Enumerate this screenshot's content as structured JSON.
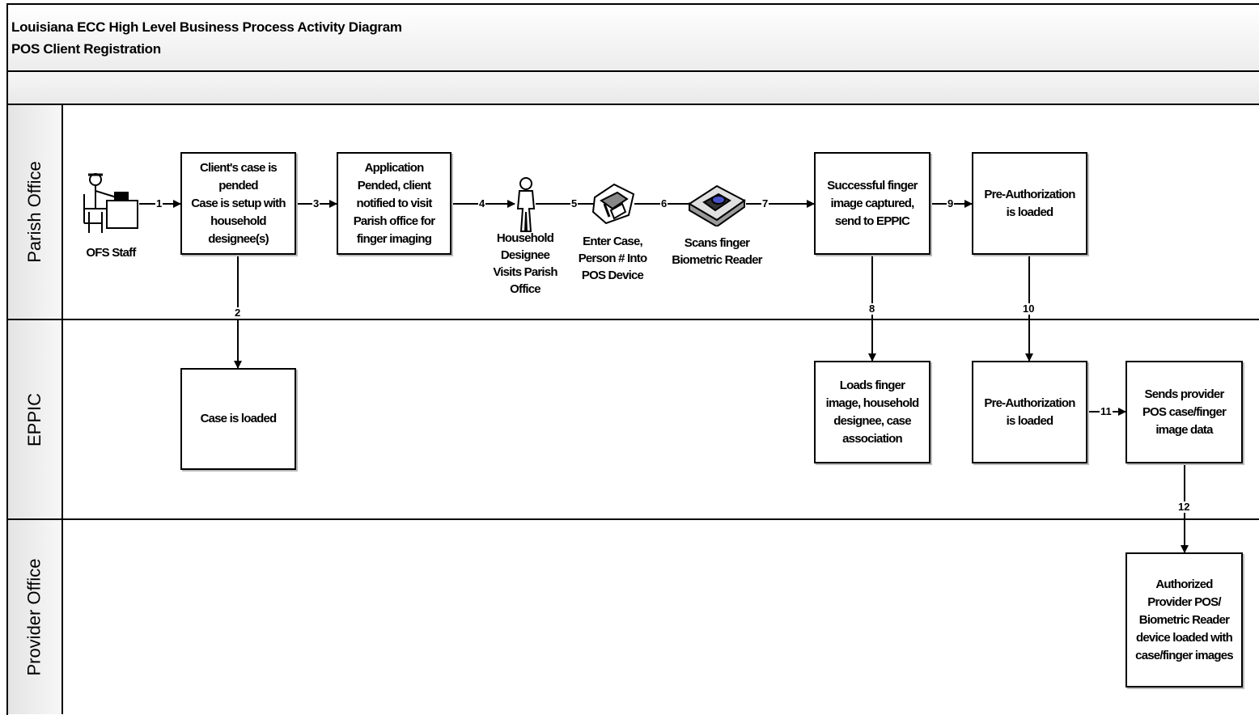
{
  "title": {
    "line1": "Louisiana ECC High Level Business Process Activity Diagram",
    "line2": "POS Client Registration"
  },
  "lanes": {
    "parish": "Parish Office",
    "eppic": "EPPIC",
    "provider": "Provider Office"
  },
  "actors": {
    "ofs_staff": "OFS Staff",
    "household": "Household\nDesignee\nVisits Parish\nOffice",
    "pos_device": "Enter Case,\nPerson # Into\nPOS Device",
    "biometric": "Scans finger\nBiometric Reader"
  },
  "boxes": {
    "case_pended": "Client's case is\npended\nCase is setup with\nhousehold\ndesignee(s)",
    "application_pended": "Application\nPended, client\nnotified to visit\nParish office for\nfinger imaging",
    "finger_captured": "Successful finger\nimage captured,\nsend to EPPIC",
    "preauth_parish": "Pre-Authorization\nis loaded",
    "case_loaded": "Case is loaded",
    "loads_finger": "Loads finger\nimage, household\ndesignee, case\nassociation",
    "preauth_eppic": "Pre-Authorization\nis loaded",
    "sends_provider": "Sends provider\nPOS case/finger\nimage data",
    "authorized_pos": "Authorized\nProvider POS/\nBiometric Reader\ndevice loaded with\ncase/finger images"
  },
  "steps": {
    "s1": "1",
    "s2": "2",
    "s3": "3",
    "s4": "4",
    "s5": "5",
    "s6": "6",
    "s7": "7",
    "s8": "8",
    "s9": "9",
    "s10": "10",
    "s11": "11",
    "s12": "12"
  }
}
